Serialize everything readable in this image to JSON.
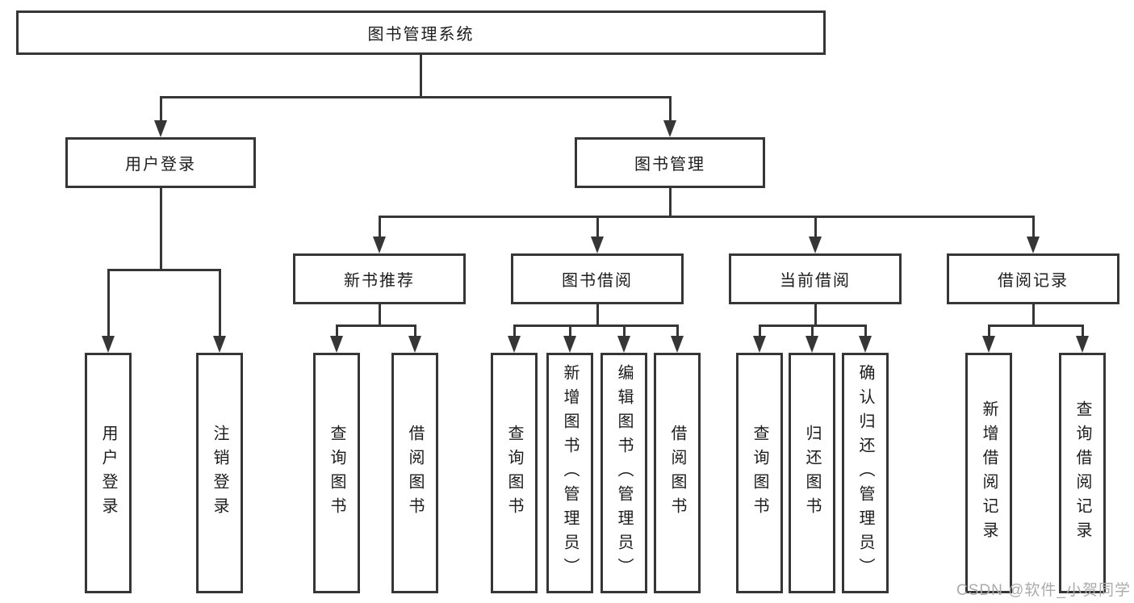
{
  "diagram": {
    "type": "hierarchy-tree",
    "root": {
      "label": "图书管理系统"
    },
    "level2": [
      {
        "label": "用户登录"
      },
      {
        "label": "图书管理"
      }
    ],
    "level3": [
      {
        "parent": "图书管理",
        "label": "新书推荐"
      },
      {
        "parent": "图书管理",
        "label": "图书借阅"
      },
      {
        "parent": "图书管理",
        "label": "当前借阅"
      },
      {
        "parent": "图书管理",
        "label": "借阅记录"
      }
    ],
    "leaves": [
      {
        "group": "用户登录",
        "label": "用户登录"
      },
      {
        "group": "用户登录",
        "label": "注销登录"
      },
      {
        "group": "新书推荐",
        "label": "查询图书"
      },
      {
        "group": "新书推荐",
        "label": "借阅图书"
      },
      {
        "group": "图书借阅",
        "label": "查询图书"
      },
      {
        "group": "图书借阅",
        "label": "新增图书（管理员）"
      },
      {
        "group": "图书借阅",
        "label": "编辑图书（管理员）"
      },
      {
        "group": "图书借阅",
        "label": "借阅图书"
      },
      {
        "group": "当前借阅",
        "label": "查询图书"
      },
      {
        "group": "当前借阅",
        "label": "归还图书"
      },
      {
        "group": "当前借阅",
        "label": "确认归还（管理员）"
      },
      {
        "group": "借阅记录",
        "label": "新增借阅记录"
      },
      {
        "group": "借阅记录",
        "label": "查询借阅记录"
      }
    ]
  },
  "watermark": {
    "text": "CSDN @软件_小贺同学"
  },
  "colors": {
    "line": "#363636",
    "text": "#1c1c1c",
    "background": "#ffffff",
    "watermark": "#ababab"
  }
}
